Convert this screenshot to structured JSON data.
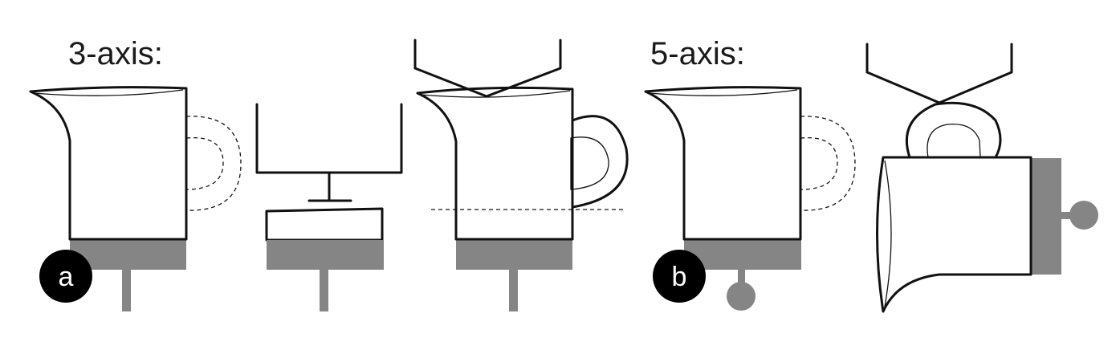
{
  "labels": {
    "three_axis": "3-axis:",
    "five_axis": "5-axis:"
  },
  "badges": {
    "a": "a",
    "b": "b"
  },
  "colors": {
    "ink": "#111111",
    "fixture_grey": "#858585",
    "badge_fill": "#000000",
    "badge_text": "#ffffff"
  }
}
